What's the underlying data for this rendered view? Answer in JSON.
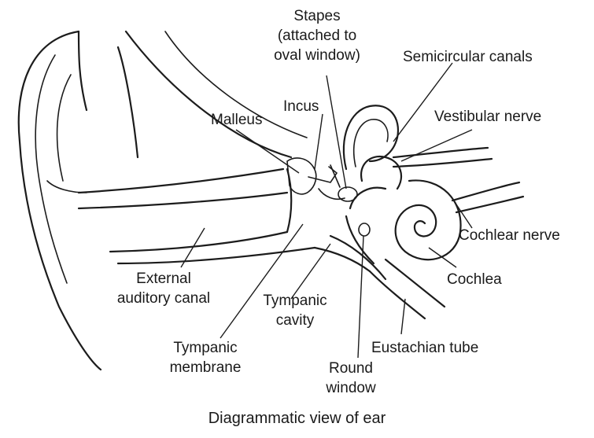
{
  "diagram": {
    "caption": "Diagrammatic view of ear",
    "labels": {
      "stapes": [
        "Stapes",
        "(attached to",
        "oval window)"
      ],
      "semicircular_canals": "Semicircular canals",
      "incus": "Incus",
      "malleus": "Malleus",
      "vestibular_nerve": "Vestibular nerve",
      "cochlear_nerve": "Cochlear nerve",
      "cochlea": "Cochlea",
      "external_auditory_canal": [
        "External",
        "auditory canal"
      ],
      "tympanic_cavity": [
        "Tympanic",
        "cavity"
      ],
      "tympanic_membrane": [
        "Tympanic",
        "membrane"
      ],
      "eustachian_tube": "Eustachian tube",
      "round_window": [
        "Round",
        "window"
      ]
    }
  }
}
